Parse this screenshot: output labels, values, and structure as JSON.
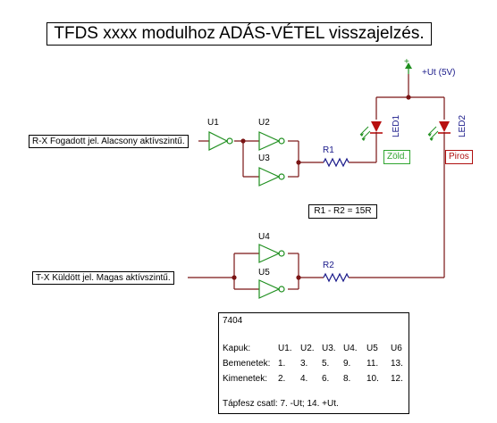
{
  "title": "TFDS xxxx modulhoz ADÁS-VÉTEL visszajelzés.",
  "supply": {
    "plus": "+",
    "label": "+Ut (5V)"
  },
  "inputs": {
    "rx": "R-X Fogadott jel. Alacsony aktívszintű.",
    "tx": "T-X  Küldött jel. Magas aktívszintű."
  },
  "gates": {
    "u1": "U1",
    "u2": "U2",
    "u3": "U3",
    "u4": "U4",
    "u5": "U5"
  },
  "resistors": {
    "r1": "R1",
    "r2": "R2",
    "note": "R1 - R2 = 15R"
  },
  "leds": {
    "led1": "LED1",
    "led1_color": "Zöld.",
    "led2": "LED2",
    "led2_color": "Piros"
  },
  "info": {
    "chip": "7404",
    "rows": [
      {
        "label": "Kapuk:",
        "cells": [
          "U1.",
          "U2.",
          "U3.",
          "U4.",
          "U5",
          "U6"
        ]
      },
      {
        "label": "Bemenetek:",
        "cells": [
          "1.",
          "3.",
          "5.",
          "9.",
          "11.",
          "13."
        ]
      },
      {
        "label": "Kimenetek:",
        "cells": [
          "2.",
          "4.",
          "6.",
          "8.",
          "10.",
          "12."
        ]
      }
    ],
    "power": "Tápfesz csatl: 7. -Ut;  14. +Ut."
  },
  "colors": {
    "wire": "#7a1414",
    "gate": "#1f8f1f",
    "resistor": "#1a1a8a",
    "led": "#b81010",
    "green_tag": "#2fa52f",
    "red_tag": "#b01010"
  }
}
